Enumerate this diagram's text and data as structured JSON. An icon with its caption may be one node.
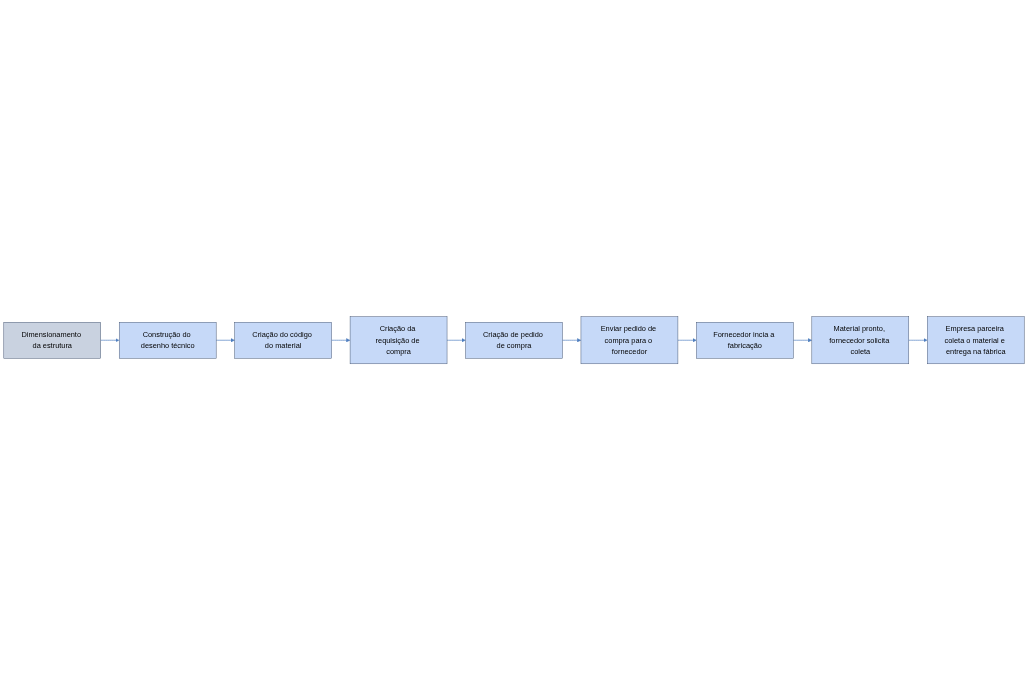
{
  "diagram": {
    "nodes": [
      {
        "text": [
          "Dimensionamento da estrutura"
        ]
      },
      {
        "text": [
          "Construção do desenho técnico"
        ]
      },
      {
        "text": [
          "Criação do código do material"
        ]
      },
      {
        "text": [
          "Criação da requisição de compra"
        ]
      },
      {
        "text": [
          "Criação de pedido de compra"
        ]
      },
      {
        "text": [
          "Enviar pedido de compra para o fornecedor"
        ]
      },
      {
        "text": [
          "Fornecedor incia a fabricação"
        ]
      },
      {
        "text": [
          "Material pronto, fornecedor solicita coleta"
        ]
      },
      {
        "text": [
          "Empresa parceira coleta o material e entrega na fábrica"
        ]
      }
    ],
    "edges": [
      {
        "from": 0,
        "to": 1,
        "arrow": "to"
      },
      {
        "from": 1,
        "to": 2,
        "arrow": "to"
      },
      {
        "from": 2,
        "to": 3,
        "arrow": "to"
      },
      {
        "from": 3,
        "to": 4,
        "arrow": "to"
      },
      {
        "from": 4,
        "to": 5,
        "arrow": "to"
      },
      {
        "from": 5,
        "to": 6,
        "arrow": "to"
      },
      {
        "from": 6,
        "to": 7,
        "arrow": "to"
      },
      {
        "from": 7,
        "to": 8,
        "arrow": "to"
      }
    ]
  }
}
